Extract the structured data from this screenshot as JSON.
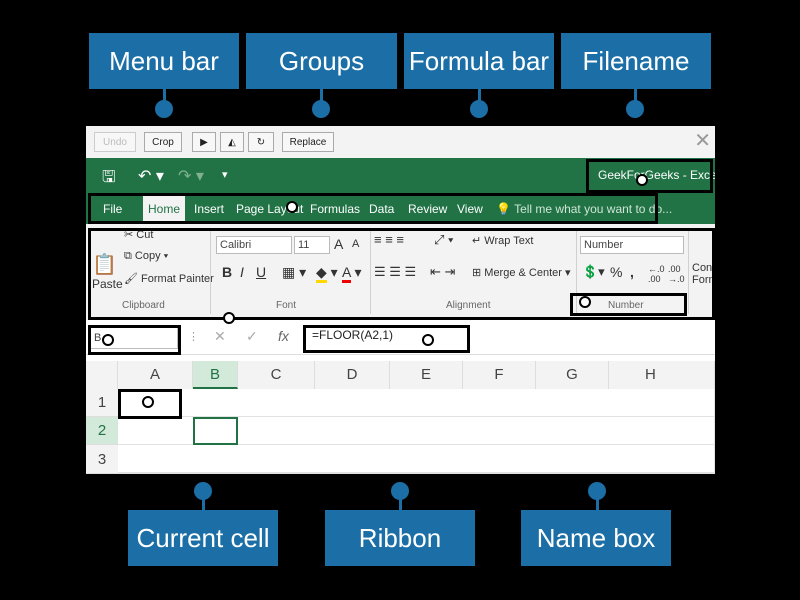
{
  "callouts": {
    "menu_bar": "Menu bar",
    "groups": "Groups",
    "formula_bar": "Formula bar",
    "filename": "Filename",
    "current_cell": "Current cell",
    "ribbon": "Ribbon",
    "name_box": "Name box"
  },
  "quick_access": {
    "undo": "Undo",
    "crop": "Crop",
    "replace": "Replace"
  },
  "window": {
    "title": "GeekForGeeks - Excel"
  },
  "tabs": [
    "File",
    "Home",
    "Insert",
    "Page Layout",
    "Formulas",
    "Data",
    "Review",
    "View"
  ],
  "tell_me": "Tell me what you want to do...",
  "ribbon": {
    "clipboard": {
      "paste": "Paste",
      "cut": "Cut",
      "copy": "Copy",
      "format_painter": "Format Painter",
      "label": "Clipboard"
    },
    "font": {
      "name": "Calibri",
      "size": "11",
      "grow": "A",
      "shrink": "A",
      "bold": "B",
      "italic": "I",
      "underline": "U",
      "label": "Font"
    },
    "alignment": {
      "wrap_text": "Wrap Text",
      "merge_center": "Merge & Center",
      "label": "Alignment"
    },
    "number": {
      "format": "Number",
      "percent": "%",
      "comma": ",",
      "label": "Number"
    },
    "styles": {
      "cond": "Cond",
      "form": "Form"
    }
  },
  "formula_bar": {
    "name_box": "B",
    "fx": "fx",
    "formula": "=FLOOR(A2,1)"
  },
  "grid": {
    "columns": [
      "A",
      "B",
      "C",
      "D",
      "E",
      "F",
      "G",
      "H"
    ],
    "rows": [
      "1",
      "2",
      "3"
    ]
  },
  "colors": {
    "callout_blue": "#1b6fa6",
    "excel_green": "#217346"
  }
}
